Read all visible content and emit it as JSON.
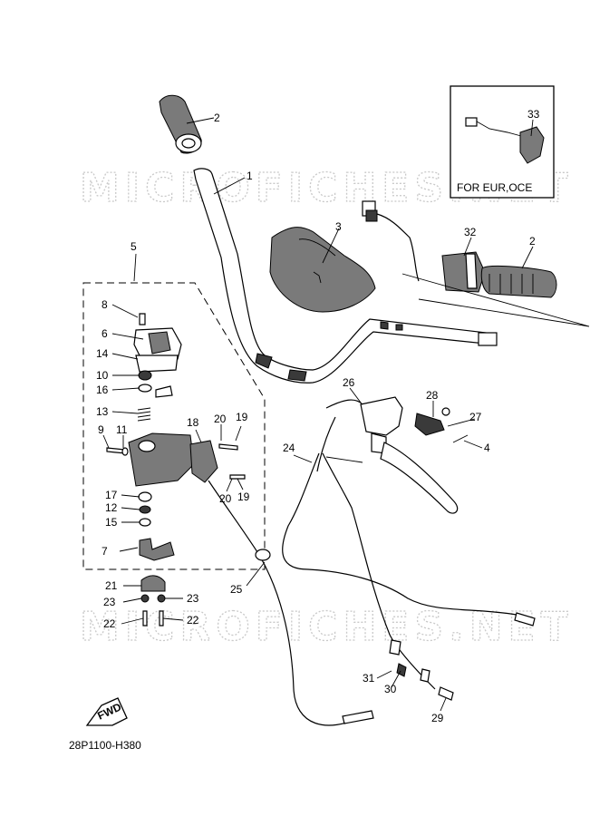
{
  "diagram": {
    "watermark": "MICROFICHES.NET",
    "inset_caption": "FOR EUR,OCE",
    "drawing_code": "28P1100-H380",
    "fwd_label": "FWD",
    "callouts": [
      {
        "id": "c1",
        "label": "1"
      },
      {
        "id": "c2a",
        "label": "2"
      },
      {
        "id": "c2b",
        "label": "2"
      },
      {
        "id": "c3",
        "label": "3"
      },
      {
        "id": "c4",
        "label": "4"
      },
      {
        "id": "c5",
        "label": "5"
      },
      {
        "id": "c6",
        "label": "6"
      },
      {
        "id": "c7",
        "label": "7"
      },
      {
        "id": "c8",
        "label": "8"
      },
      {
        "id": "c9",
        "label": "9"
      },
      {
        "id": "c10",
        "label": "10"
      },
      {
        "id": "c11",
        "label": "11"
      },
      {
        "id": "c12",
        "label": "12"
      },
      {
        "id": "c13",
        "label": "13"
      },
      {
        "id": "c14",
        "label": "14"
      },
      {
        "id": "c15",
        "label": "15"
      },
      {
        "id": "c16",
        "label": "16"
      },
      {
        "id": "c17",
        "label": "17"
      },
      {
        "id": "c18",
        "label": "18"
      },
      {
        "id": "c19a",
        "label": "19"
      },
      {
        "id": "c19b",
        "label": "19"
      },
      {
        "id": "c20a",
        "label": "20"
      },
      {
        "id": "c20b",
        "label": "20"
      },
      {
        "id": "c21",
        "label": "21"
      },
      {
        "id": "c22a",
        "label": "22"
      },
      {
        "id": "c22b",
        "label": "22"
      },
      {
        "id": "c23a",
        "label": "23"
      },
      {
        "id": "c23b",
        "label": "23"
      },
      {
        "id": "c24",
        "label": "24"
      },
      {
        "id": "c25",
        "label": "25"
      },
      {
        "id": "c26",
        "label": "26"
      },
      {
        "id": "c27",
        "label": "27"
      },
      {
        "id": "c28",
        "label": "28"
      },
      {
        "id": "c29",
        "label": "29"
      },
      {
        "id": "c30",
        "label": "30"
      },
      {
        "id": "c31",
        "label": "31"
      },
      {
        "id": "c32",
        "label": "32"
      },
      {
        "id": "c33",
        "label": "33"
      }
    ]
  }
}
